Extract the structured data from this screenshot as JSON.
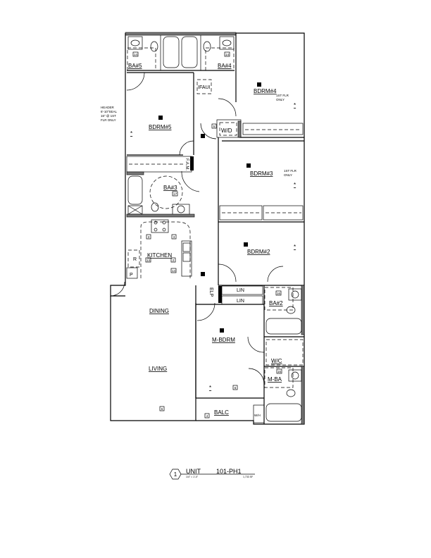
{
  "rooms": {
    "ba5": "BA#5",
    "ba4": "BA#4",
    "fau": "IFAUI",
    "bdrm4": "BDRM#4",
    "bdrm4_note": [
      "1ST FLR",
      "ONLY"
    ],
    "bdrm5": "BDRM#5",
    "wd": "W/D",
    "bdrm3": "BDRM#3",
    "bdrm3_note": [
      "1ST FLR",
      "ONLY"
    ],
    "ba3": "BA#3",
    "kitchen": "KITCHEN",
    "bdrm2": "BDRM#2",
    "lin1": "LIN",
    "lin2": "LIN",
    "elp": "ELP",
    "ba2": "BA#2",
    "dining": "DINING",
    "mbdrm": "M-BDRM",
    "wc": "W/C",
    "mba": "M-BA",
    "living": "LIVING",
    "balc": "BALC",
    "wh": "W/H",
    "fam": "F.A.M.",
    "pantry": "P",
    "fridge": "R"
  },
  "header_note": [
    "HEADER",
    "6'-10\"SEAL",
    "16\" @ 1ST",
    "FLR ONLY"
  ],
  "tags": {
    "t1": "14",
    "t2": "14",
    "t3": "5",
    "t4": "17",
    "t5": "3",
    "t6": "3",
    "t7": "13",
    "t8": "2",
    "t9": "14",
    "t10": "16",
    "t11": "16",
    "t12": "6",
    "t13": "6",
    "t14": "4"
  },
  "caption": {
    "number": "1",
    "title": "UNIT",
    "unit": "101-PH1",
    "scale": "1/4\" = 1'-0\"",
    "area": "1,733 SF"
  }
}
